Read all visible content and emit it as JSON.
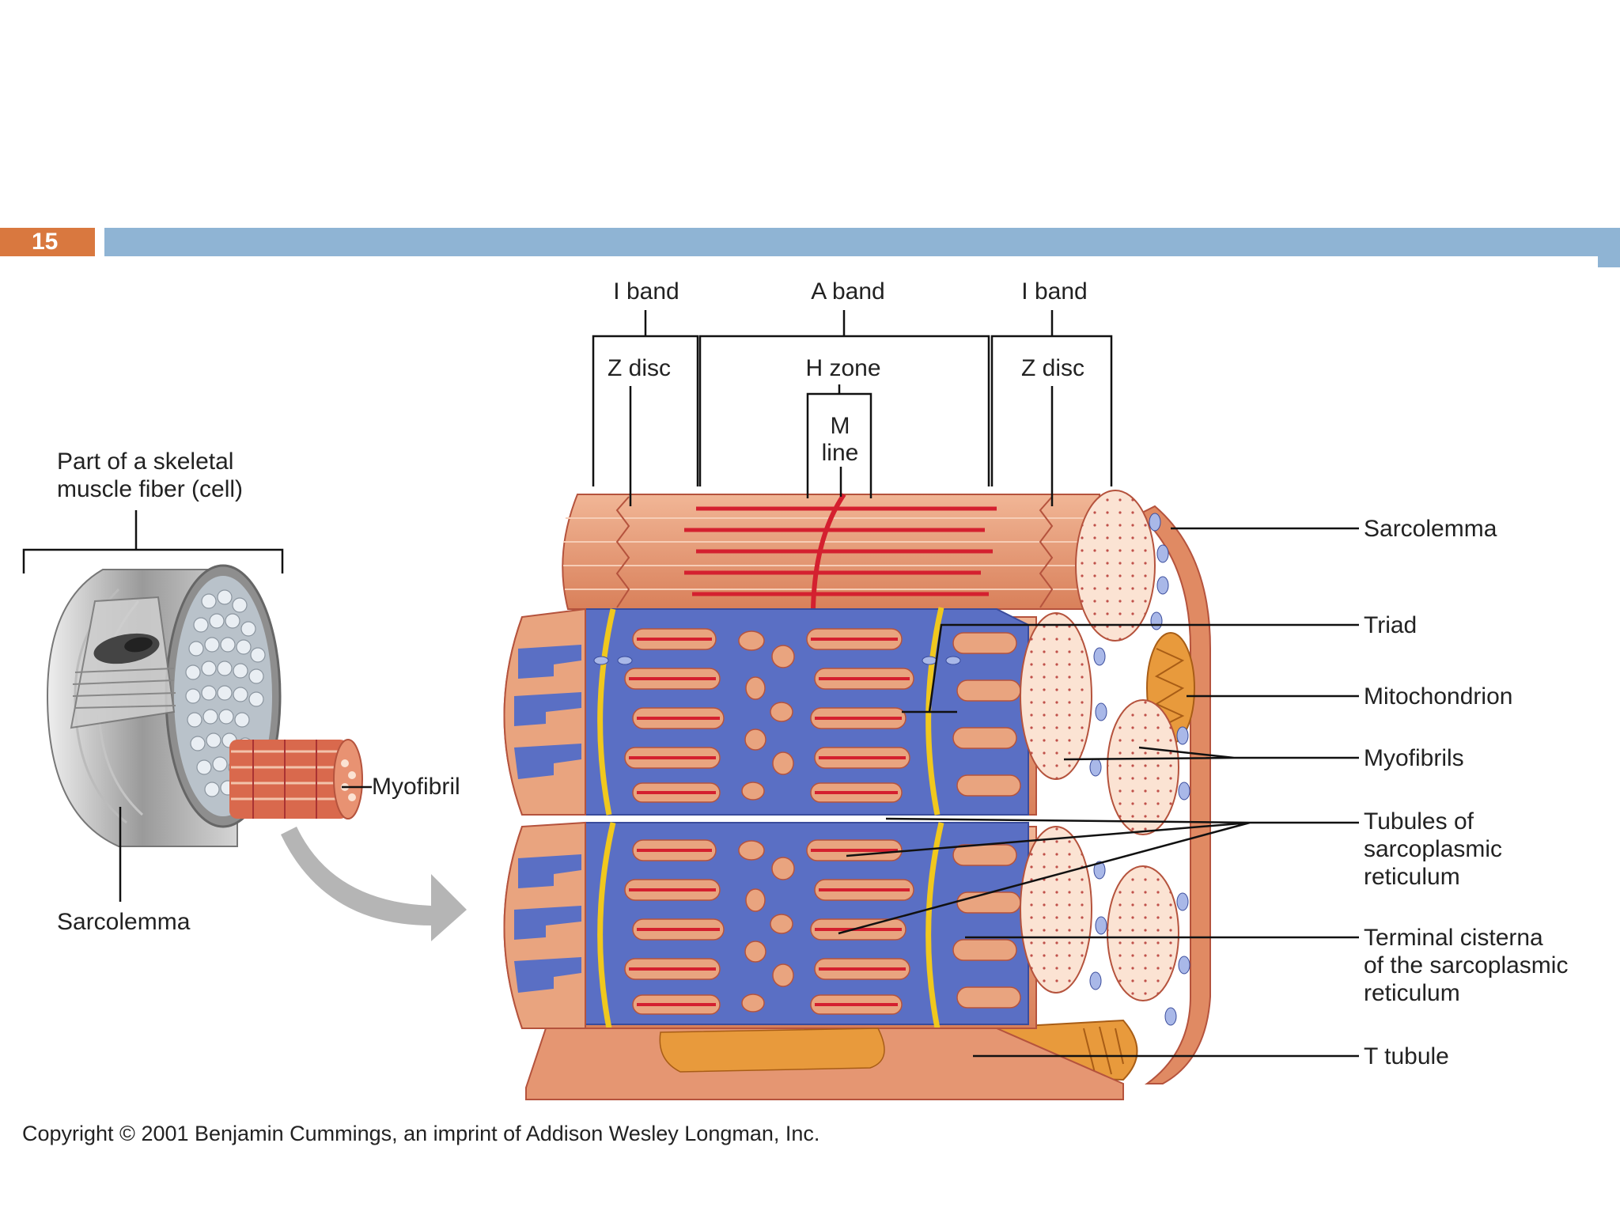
{
  "slide": {
    "number": "15"
  },
  "colors": {
    "slide_number_bg": "#d9783f",
    "title_bar": "#8fb4d4",
    "myofibril_tan": "#e9a47f",
    "myofilament_red": "#d4202f",
    "sarcoplasmic_reticulum_blue": "#5a6fc4",
    "t_tubule_yellow": "#f0c81e",
    "mitochondrion_orange": "#e89a3c"
  },
  "diagram": {
    "left_figure": {
      "title": "Part of a skeletal muscle fiber (cell)",
      "title_lines": [
        "Part of a skeletal",
        "muscle fiber (cell)"
      ],
      "labels": {
        "sarcolemma": "Sarcolemma",
        "myofibril": "Myofibril"
      }
    },
    "top_labels": {
      "i_band_left": "I band",
      "a_band": "A band",
      "i_band_right": "I band",
      "z_disc_left": "Z disc",
      "h_zone": "H zone",
      "z_disc_right": "Z disc",
      "m_line_lines": [
        "M",
        "line"
      ]
    },
    "right_labels": {
      "sarcolemma": "Sarcolemma",
      "triad": "Triad",
      "mitochondrion": "Mitochondrion",
      "myofibrils": "Myofibrils",
      "tubules_sr_lines": [
        "Tubules of",
        "sarcoplasmic",
        "reticulum"
      ],
      "terminal_cisterna_lines": [
        "Terminal cisterna",
        "of the sarcoplasmic",
        "reticulum"
      ],
      "t_tubule": "T tubule"
    },
    "copyright": "Copyright © 2001 Benjamin Cummings, an imprint of Addison Wesley Longman, Inc."
  }
}
